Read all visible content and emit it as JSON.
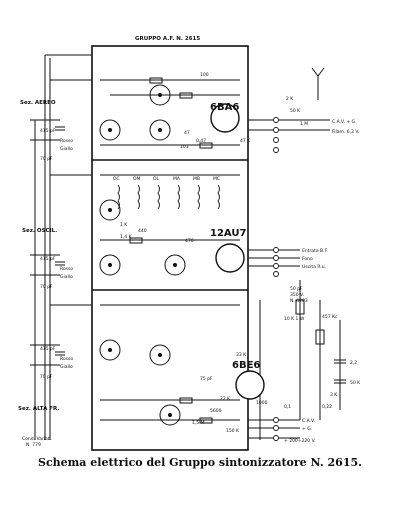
{
  "header": {
    "group_title": "GRUPPO A.F. N. 2615"
  },
  "sections": {
    "aereo": "Sez. AEREO",
    "oscil": "Sez. OSCIL.",
    "alta_fr": "Sez. ALTA FR."
  },
  "tubes": {
    "t1": "6BA6",
    "t2": "12AU7",
    "t3": "6BE6"
  },
  "band_labels": [
    "OC",
    "OM",
    "OL",
    "MA",
    "MB",
    "MC"
  ],
  "switch_labels": {
    "rosso": "Rosso",
    "giallo": "Giallo",
    "cap_415": "415 pF",
    "cap_70": "70 pF"
  },
  "outputs": {
    "cav": "C.A.V. + G.",
    "filam": "Filam. 6,3 V.",
    "entrata": "Entrata B.F.",
    "fono": "Fono",
    "uscita": "Uscita R.u.",
    "cav2": "C.A.V.",
    "plus_g": "+ G.",
    "alim": "+ 200÷220 V."
  },
  "components": {
    "r2k": "2 K",
    "r50k": "50 K",
    "r1m": "1 M",
    "r100": "100",
    "r47k": "47 K",
    "c047": "0,47",
    "r47": "47",
    "r103": "103",
    "r470": "470",
    "c1k": "1 K",
    "c440": "440",
    "c14k": "1,4 K",
    "c50": "50 pF",
    "c350": "350 V.",
    "r4283": "N. 4283",
    "r10k": "10 K 1 W",
    "c457": "457 Kc",
    "r22k": "22 K",
    "r5600": "5600",
    "c2_2": "2,2",
    "c50k": "50 K",
    "r3k": "3 K",
    "c0_22": "0,22",
    "c0_1": "0,1",
    "r1000": "1000",
    "c75": "75 pF",
    "r33k": "33 K",
    "r1_5m": "1,5 M",
    "r150k": "150 K"
  },
  "cond_variab": {
    "line1": "Cond. Variab.",
    "line2": "N. 779"
  },
  "caption": "Schema elettrico del Gruppo sintonizzatore N. 2615."
}
